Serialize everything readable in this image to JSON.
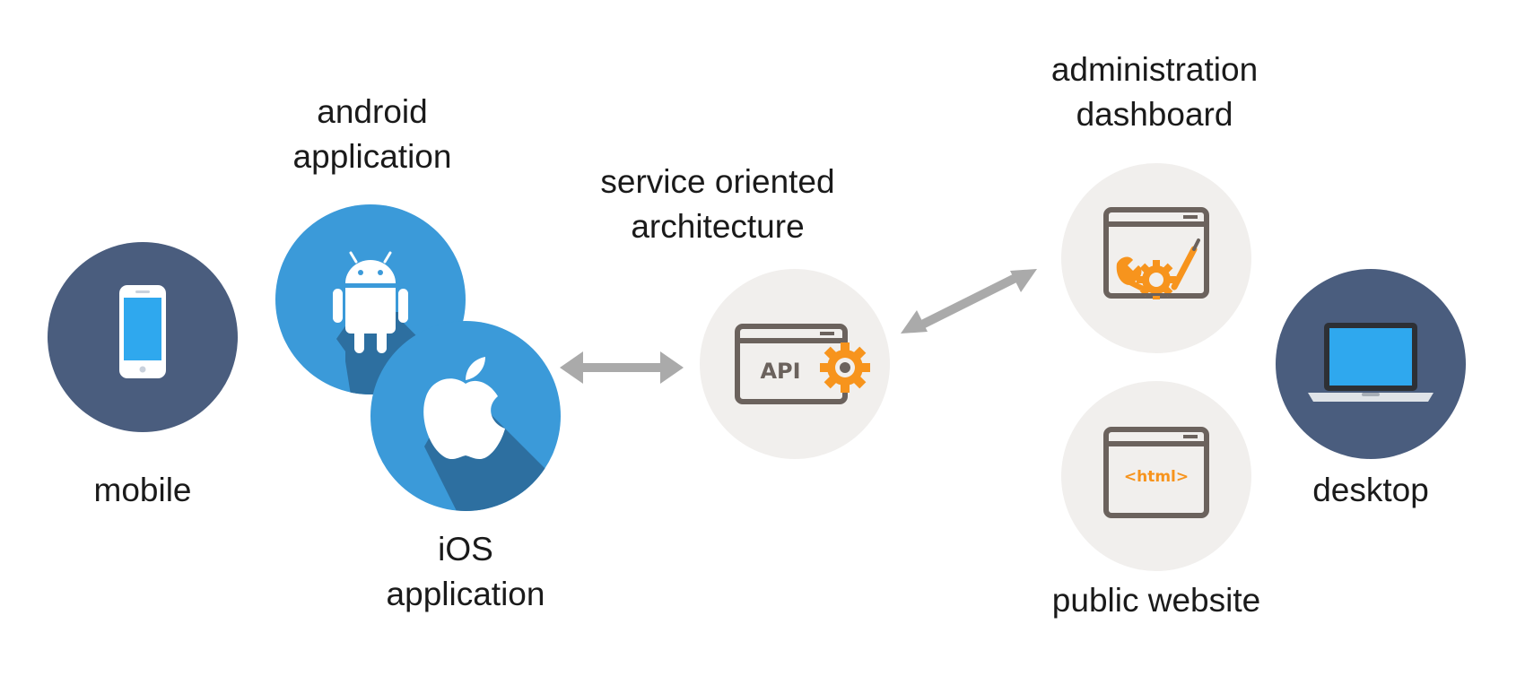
{
  "nodes": {
    "mobile": {
      "label": "mobile"
    },
    "android": {
      "label_line1": "android",
      "label_line2": "application"
    },
    "ios": {
      "label_line1": "iOS",
      "label_line2": "application"
    },
    "soa": {
      "label_line1": "service oriented",
      "label_line2": "architecture",
      "icon_text": "API"
    },
    "admin": {
      "label_line1": "administration",
      "label_line2": "dashboard"
    },
    "website": {
      "label": "public website",
      "icon_text": "<html>"
    },
    "desktop": {
      "label": "desktop"
    }
  },
  "icons": {
    "mobile": "smartphone-icon",
    "android": "android-robot-icon",
    "ios": "apple-logo-icon",
    "soa": "api-window-gear-icon",
    "admin": "dashboard-tools-window-icon",
    "website": "html-window-icon",
    "desktop": "laptop-icon",
    "arrows": "double-headed-arrow-icon"
  },
  "colors": {
    "dark_circle": "#4a5d7e",
    "blue_circle": "#3b9ad9",
    "blue_shadow": "#2d6fa0",
    "light_circle": "#f1efed",
    "screen_blue": "#2fa8ee",
    "window_gray": "#6b625d",
    "accent_orange": "#f7941d",
    "arrow_gray": "#aaaaaa"
  }
}
